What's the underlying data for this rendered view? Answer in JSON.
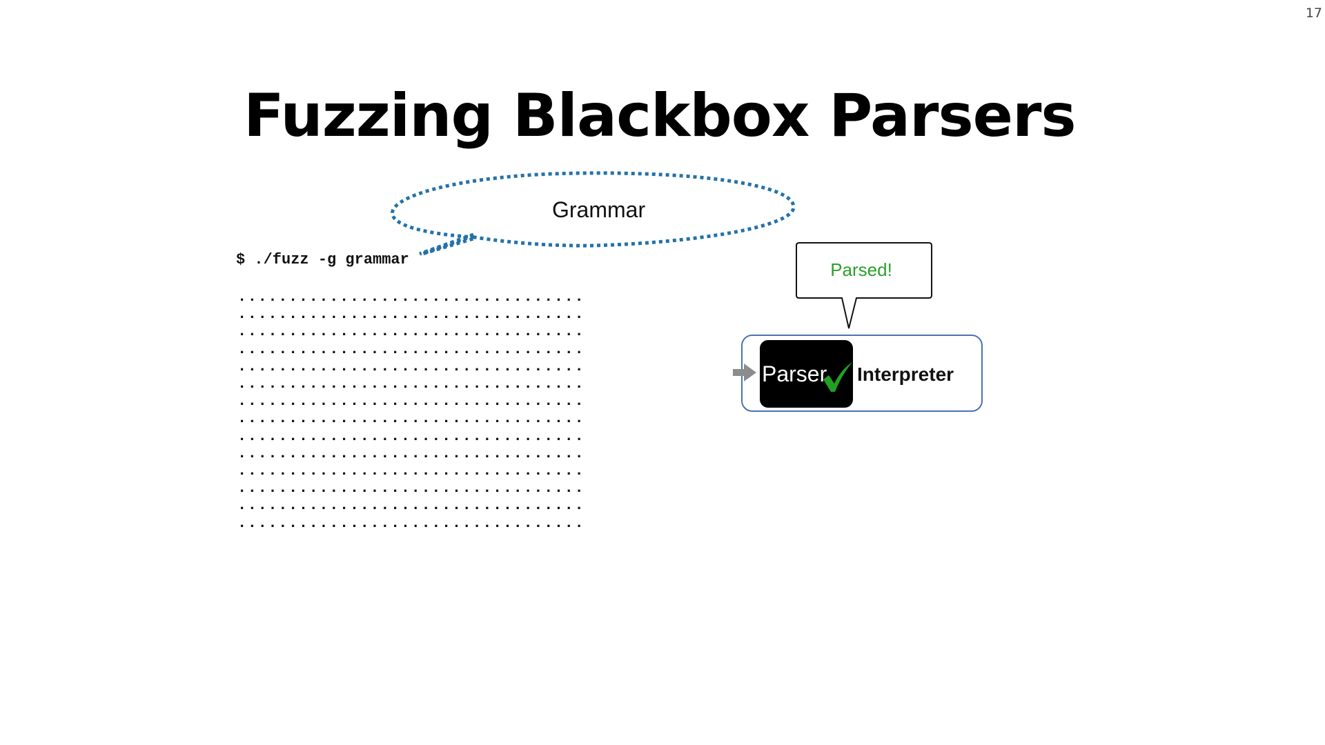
{
  "slide": {
    "number": "17",
    "title": "Fuzzing Blackbox Parsers"
  },
  "grammar_bubble": {
    "label": "Grammar"
  },
  "terminal": {
    "command": "$ ./fuzz -g grammar",
    "output_lines": [
      "..................................",
      "..................................",
      "..................................",
      "..................................",
      "..................................",
      "..................................",
      "..................................",
      "..................................",
      "..................................",
      "..................................",
      "..................................",
      "..................................",
      "..................................",
      ".................................."
    ]
  },
  "callout": {
    "label": "Parsed!",
    "color": "#2ca02c"
  },
  "interpreter": {
    "parser_label": "Parser",
    "interpreter_label": "Interpreter",
    "border_color": "#4a72b0",
    "check_color": "#22a022"
  },
  "colors": {
    "bubble_dots": "#2472a8",
    "arrow": "#8c8c8c"
  }
}
